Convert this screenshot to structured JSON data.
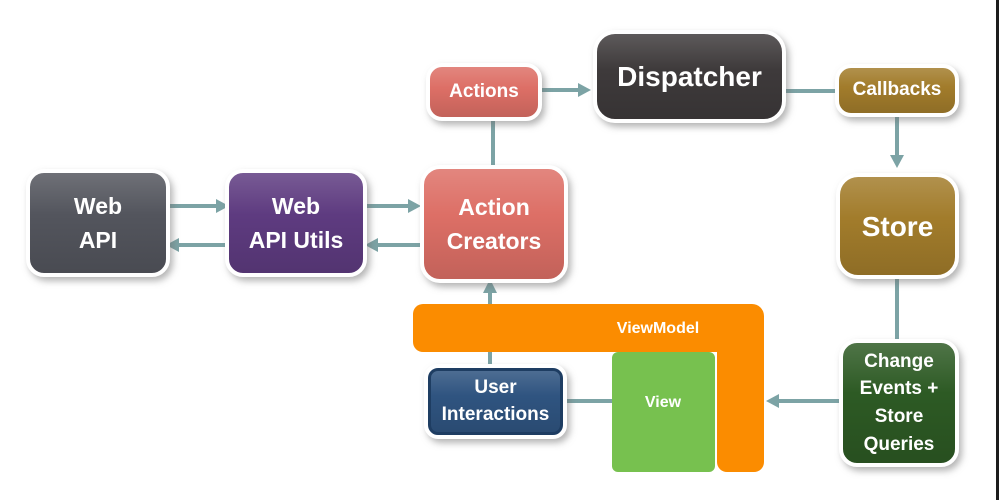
{
  "nodes": {
    "web_api": {
      "lines": [
        "Web",
        "API"
      ],
      "color": "#53555d"
    },
    "web_api_utils": {
      "lines": [
        "Web",
        "API Utils"
      ],
      "color": "#5e3b80"
    },
    "action_creators": {
      "lines": [
        "Action",
        "Creators"
      ],
      "color": "#dd6f66"
    },
    "actions": {
      "lines": [
        "Actions"
      ],
      "color": "#dd6f66"
    },
    "dispatcher": {
      "lines": [
        "Dispatcher"
      ],
      "color": "#3e3a3b"
    },
    "callbacks": {
      "lines": [
        "Callbacks"
      ],
      "color": "#a27c2b"
    },
    "store": {
      "lines": [
        "Store"
      ],
      "color": "#a27c2b"
    },
    "change_events": {
      "lines": [
        "Change",
        "Events +",
        "Store",
        "Queries"
      ],
      "color": "#2d5a24"
    },
    "user_interactions": {
      "lines": [
        "User",
        "Interactions"
      ],
      "color": "#2f5480"
    },
    "viewmodel": {
      "label": "ViewModel",
      "color": "#fb8c00"
    },
    "view": {
      "label": "View",
      "color": "#77c14f"
    }
  },
  "arrow_color": "#7ca3a5",
  "frame_color": "#1d1d1d",
  "user_interactions_border": "#1e3d62"
}
